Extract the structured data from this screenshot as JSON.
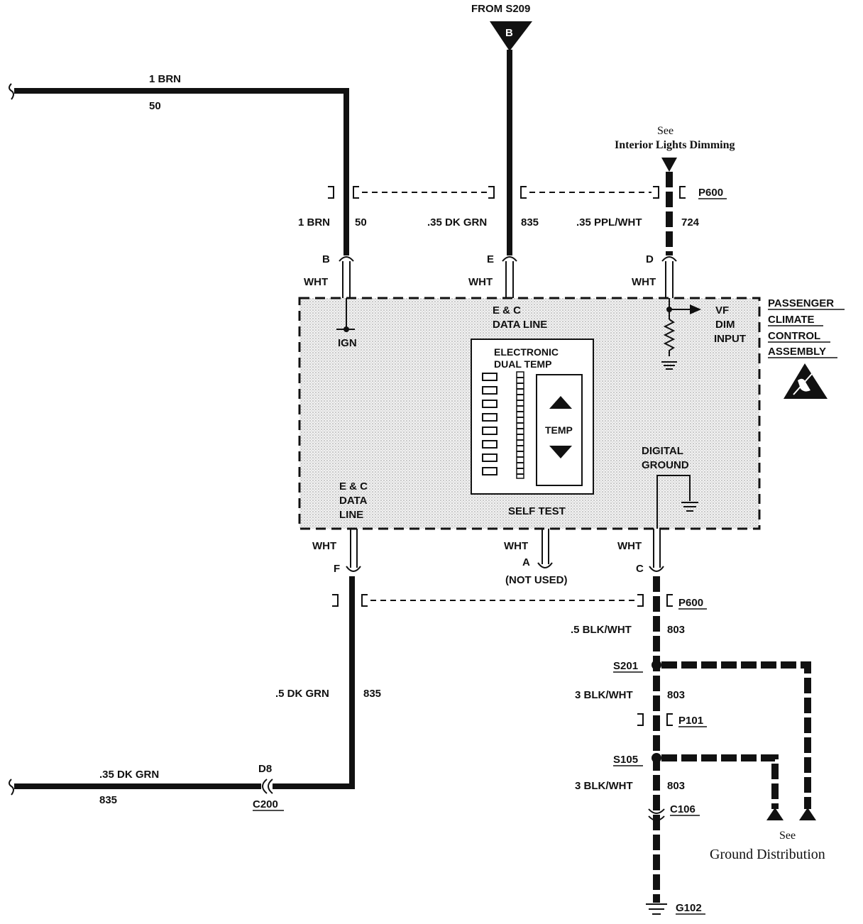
{
  "top_source": {
    "label": "FROM S209",
    "splice_letter": "B"
  },
  "wire_left_top": {
    "gauge_color": "1 BRN",
    "circuit": "50"
  },
  "see_top": {
    "line1": "See",
    "line2": "Interior Lights Dimming"
  },
  "connector_top": {
    "name": "P600",
    "pins": [
      {
        "gauge_color": "1 BRN",
        "circuit": "50",
        "pin": "B",
        "term_color": "WHT"
      },
      {
        "gauge_color": ".35 DK GRN",
        "circuit": "835",
        "pin": "E",
        "term_color": "WHT"
      },
      {
        "gauge_color": ".35 PPL/WHT",
        "circuit": "724",
        "pin": "D",
        "term_color": "WHT"
      }
    ]
  },
  "module": {
    "name_lines": [
      "PASSENGER",
      "CLIMATE",
      "CONTROL",
      "ASSEMBLY"
    ],
    "ign_label": "IGN",
    "data_line_top": [
      "E & C",
      "DATA LINE"
    ],
    "vf_dim": [
      "VF",
      "DIM",
      "INPUT"
    ],
    "display_title": [
      "ELECTRONIC",
      "DUAL TEMP"
    ],
    "temp_label": "TEMP",
    "digital_ground": [
      "DIGITAL",
      "GROUND"
    ],
    "data_line_bottom": [
      "E & C",
      "DATA",
      "LINE"
    ],
    "self_test": "SELF TEST"
  },
  "connector_bottom": {
    "name": "P600",
    "pins": [
      {
        "pin": "F",
        "term_color": "WHT"
      },
      {
        "pin": "A",
        "term_color": "WHT",
        "note": "(NOT USED)"
      },
      {
        "pin": "C",
        "term_color": "WHT"
      }
    ]
  },
  "wire_f": {
    "gauge_color": ".5 DK GRN",
    "circuit": "835"
  },
  "wire_bottom_left": {
    "gauge_color": ".35 DK GRN",
    "circuit": "835",
    "pin": "D8",
    "connector": "C200"
  },
  "ground_path": {
    "segment1": {
      "gauge_color": ".5 BLK/WHT",
      "circuit": "803"
    },
    "splice1": "S201",
    "segment2": {
      "gauge_color": "3 BLK/WHT",
      "circuit": "803"
    },
    "connector": "P101",
    "splice2": "S105",
    "segment3": {
      "gauge_color": "3 BLK/WHT",
      "circuit": "803"
    },
    "connector2": "C106",
    "ground": "G102"
  },
  "see_bottom": {
    "line1": "See",
    "line2": "Ground Distribution"
  }
}
